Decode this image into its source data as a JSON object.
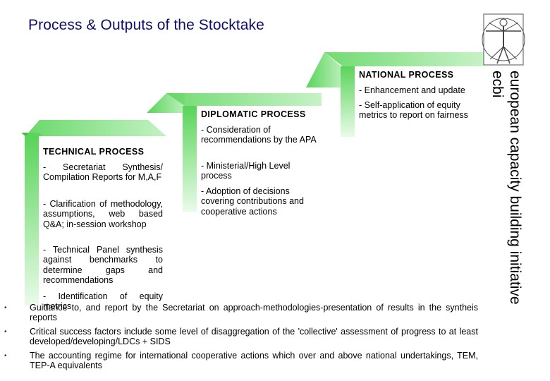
{
  "header": {
    "title": "Process & Outputs of the Stocktake"
  },
  "branding": {
    "line1": "european capacity building initiative",
    "line2": "ecbi",
    "logo_icon": "vitruvian-man-icon"
  },
  "stages": {
    "technical": {
      "heading": "TECHNICAL PROCESS",
      "items": [
        "- Secretariat Synthesis/ Compilation Reports for M,A,F",
        "- Clarification of methodology, assumptions, web based Q&A; in-session workshop",
        "- Technical Panel synthesis against benchmarks to determine gaps and recommendations",
        "- Identification of equity metrics"
      ]
    },
    "diplomatic": {
      "heading": "DIPLOMATIC PROCESS",
      "items": [
        "- Consideration of recommendations by the APA",
        "- Ministerial/High Level process",
        "- Adoption of decisions covering contributions and cooperative actions"
      ]
    },
    "national": {
      "heading": "NATIONAL PROCESS",
      "items": [
        "- Enhancement and update",
        "- Self-application of equity metrics to report on fairness"
      ]
    }
  },
  "bullets": [
    "Guidance to, and report by the Secretariat on approach-methodologies-presentation of results in the syntheis reports",
    "Critical success factors include some level of disaggregation of the 'collective' assessment of progress to at least developed/developing/LDCs + SIDS",
    "The accounting regime for international cooperative actions which over and above national undertakings, TEM, TEP-A equivalents"
  ],
  "bullet_glyph": "•",
  "colors": {
    "title": "#0f0f6a",
    "stair_green": "#7fe27f",
    "stair_light": "#d6f7d6"
  }
}
